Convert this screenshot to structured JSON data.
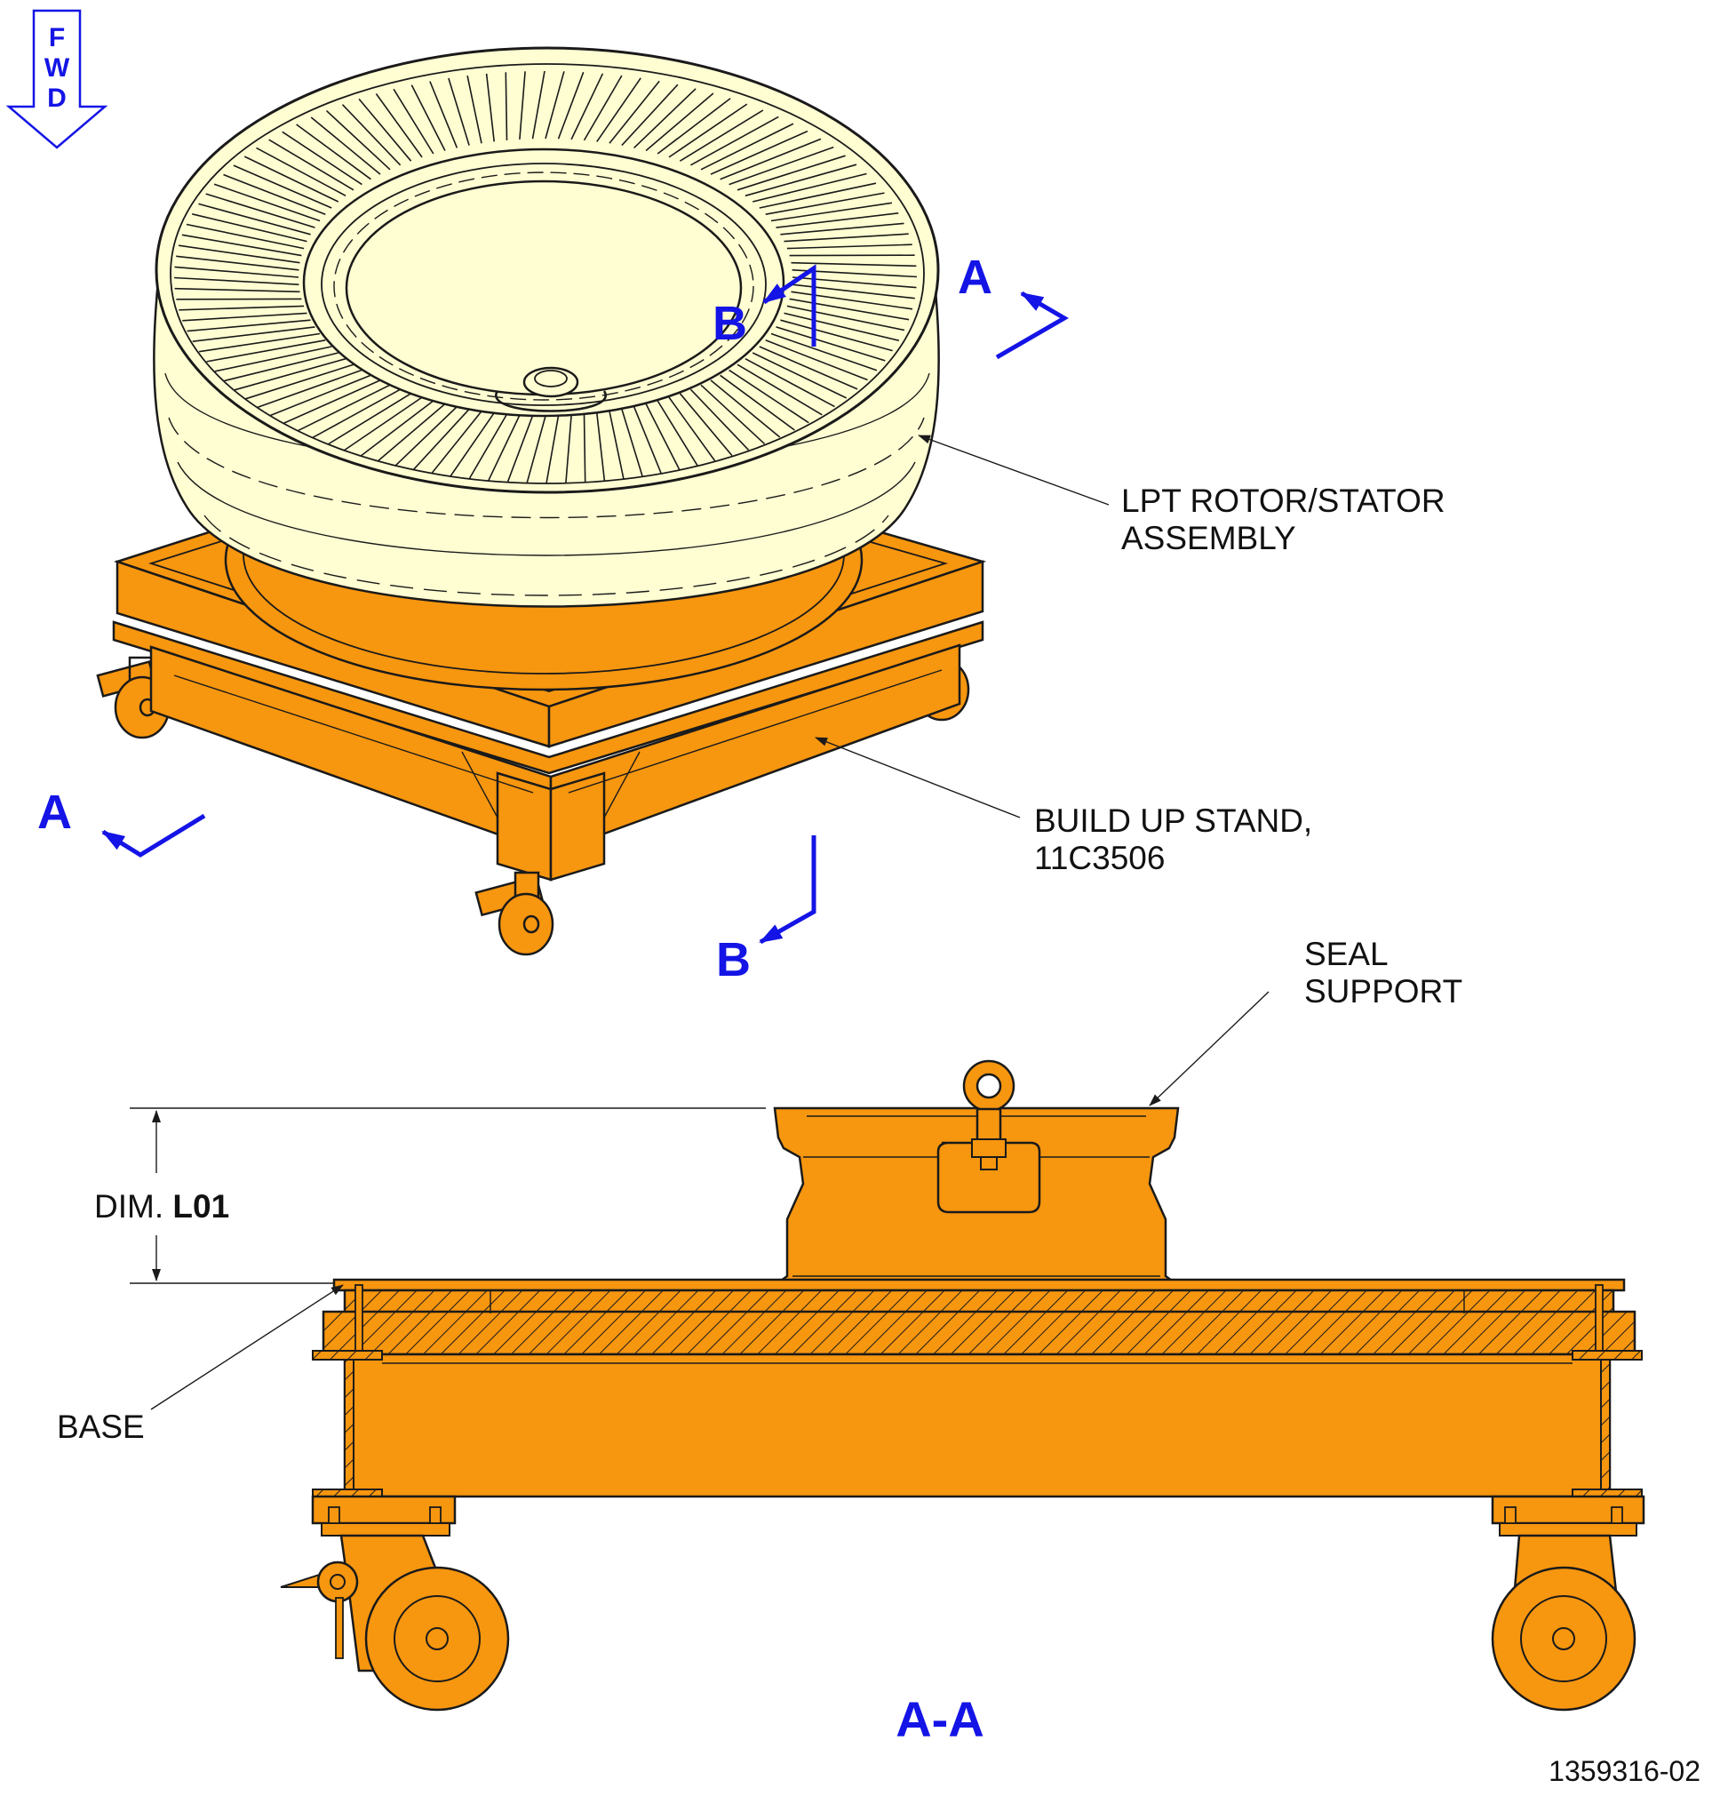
{
  "orientation": {
    "label_letters": [
      "F",
      "W",
      "D"
    ]
  },
  "section_markers": {
    "a_label": "A",
    "b_label": "B",
    "view_title": "A-A"
  },
  "callouts": {
    "lpt_line1": "LPT ROTOR/STATOR",
    "lpt_line2": "ASSEMBLY",
    "stand_line1": "BUILD UP STAND,",
    "stand_line2": "11C3506",
    "seal_line1": "SEAL",
    "seal_line2": "SUPPORT",
    "base": "BASE"
  },
  "dimension": {
    "prefix": "DIM.",
    "code": "L01"
  },
  "figure_number": "1359316-02",
  "colors": {
    "stand_orange": "#f7960f",
    "assembly_cream": "#fffdd2",
    "section_blue": "#1414e6",
    "line_black": "#1a1a1a"
  }
}
